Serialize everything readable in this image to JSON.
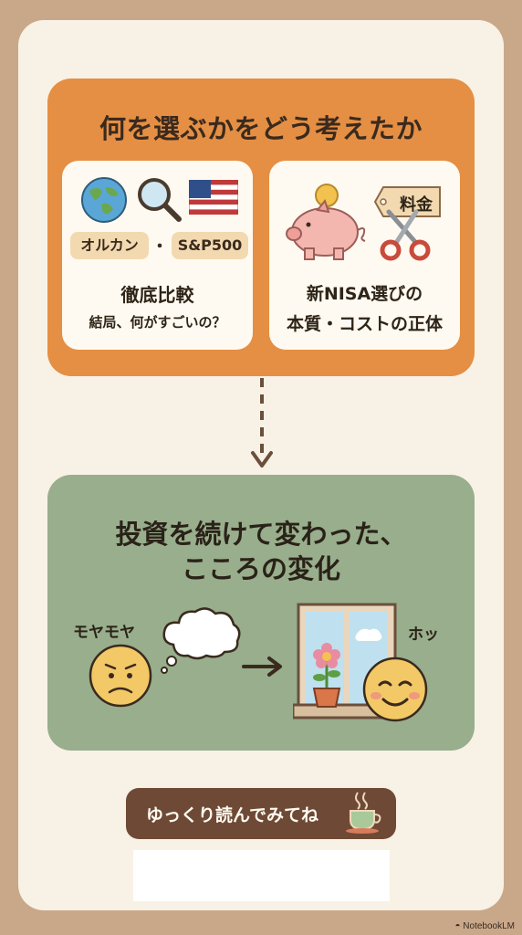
{
  "section1": {
    "title": "何を選ぶかをどう考えたか",
    "left_panel": {
      "pill_a": "オルカン",
      "separator": "・",
      "pill_b": "S&P500",
      "line1": "徹底比較",
      "line2": "結局、何がすごいの？"
    },
    "right_panel": {
      "price_tag": "料金",
      "line1": "新NISA選びの",
      "line2": "本質・コストの正体"
    }
  },
  "section2": {
    "title_line1": "投資を続けて変わった、",
    "title_line2": "こころの変化",
    "before_label": "モヤモヤ",
    "after_label": "ホッ"
  },
  "footer": {
    "button_label": "ゆっくり読んでみてね",
    "brand": "NotebookLM"
  },
  "colors": {
    "background": "#c9a88a",
    "card": "#f8f1e5",
    "section1": "#e58f44",
    "section2": "#98ae8c",
    "button": "#6e4a36"
  },
  "icons": [
    "globe-icon",
    "magnifier-icon",
    "us-flag-icon",
    "piggy-bank-icon",
    "scissors-icon",
    "price-tag-icon",
    "down-arrow-icon",
    "worried-face-icon",
    "thought-cloud-icon",
    "right-arrow-icon",
    "window-icon",
    "flower-pot-icon",
    "smiling-face-icon",
    "coffee-cup-icon",
    "notebooklm-logo-icon"
  ]
}
